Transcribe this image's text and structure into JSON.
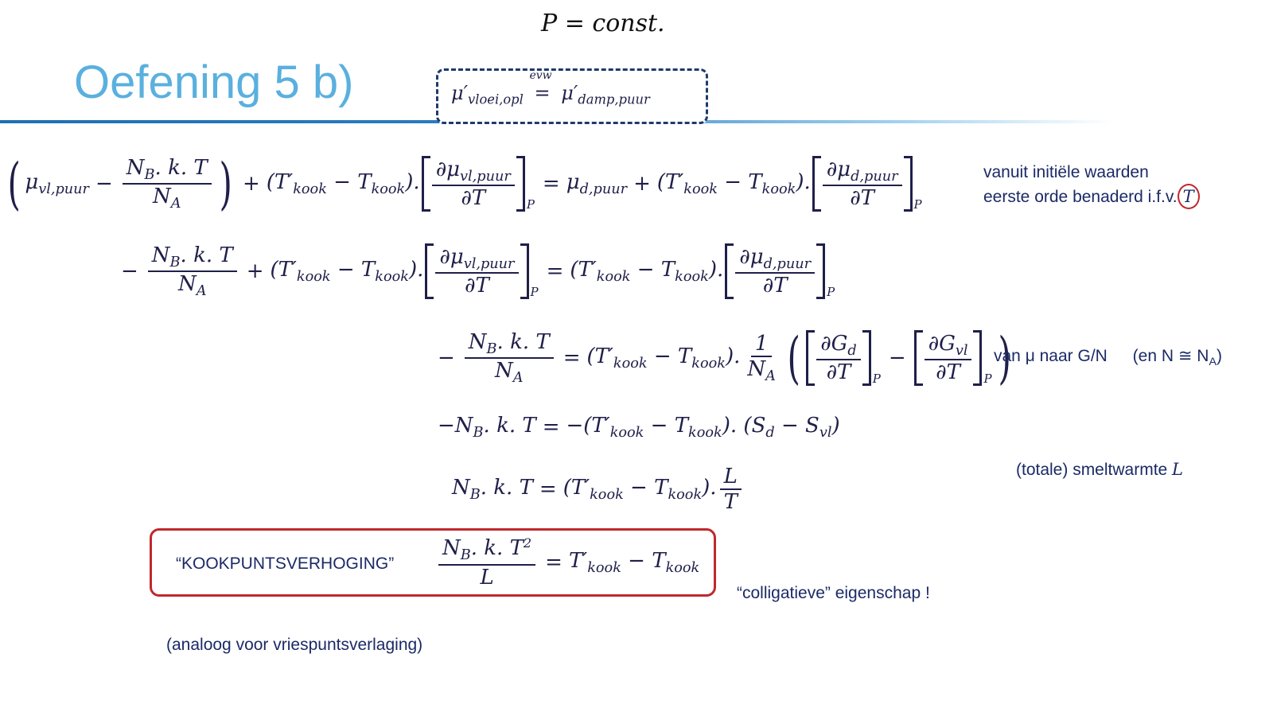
{
  "header_equation": "P = const.",
  "title": "Oefening 5 b)",
  "boxed_condition": {
    "lhs": "μ′",
    "lhs_sub": "vloei,opl",
    "rel": "=",
    "rel_over": "evw",
    "rhs": "μ′",
    "rhs_sub": "damp,puur"
  },
  "notes": {
    "initial_line1": "vanuit initiële waarden",
    "initial_line2": "eerste orde benaderd i.f.v.",
    "initial_var": "T",
    "mu_to_g": "van μ naar G/N",
    "mu_to_g_paren": "(en N ≅ N",
    "mu_to_g_paren_sub": "A",
    "mu_to_g_close": ")",
    "heat": "(totale) smeltwarmte ",
    "heat_var": "L",
    "result_label": "“KOOKPUNTSVERHOGING”",
    "colligative": "“colligatieve” eigenschap !",
    "analog": "(analoog voor vriespuntsverlaging)"
  },
  "colors": {
    "title": "#5ab0de",
    "rule": "#1f6fb2",
    "highlight": "#c0282d",
    "text": "#1f1f4a"
  }
}
